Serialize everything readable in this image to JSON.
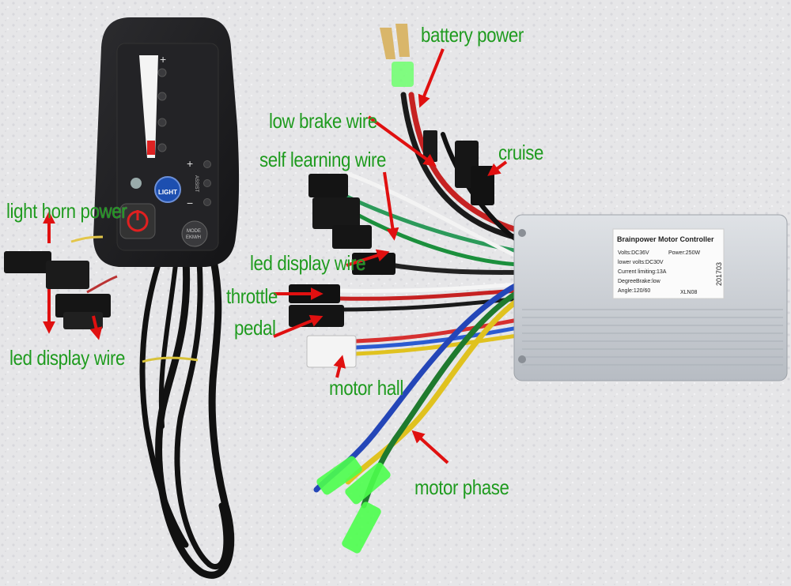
{
  "labels": {
    "battery_power": "battery power",
    "low_brake_wire": "low brake wire",
    "cruise": "cruise",
    "self_learning_wire": "self learning wire",
    "light_horn_power": "light horn power",
    "led_display_wire_center": "led display wire",
    "throttle": "throttle",
    "pedal": "pedal",
    "led_display_wire_left": "led display wire",
    "motor_hall": "motor hall",
    "motor_phase": "motor phase"
  },
  "controller_label": {
    "title": "Brainpower Motor Controller",
    "volts": "Volts:DC36V",
    "power": "Power:250W",
    "lower_volts": "lower volts:DC30V",
    "current": "Current limiting:13A",
    "brake": "DegreeBrake:low",
    "angle": "Angle:120/60",
    "model": "XLN08",
    "batch": "201703"
  },
  "display_unit": {
    "light_button": "LIGHT",
    "assist_label": "ASSIST",
    "mode_button_line1": "MODE",
    "mode_button_line2": "EKM/H",
    "plus": "+",
    "minus": "−"
  },
  "colors": {
    "label_text": "#1f9a1f",
    "arrow": "#e01010",
    "foam_background": "#e6e6e8",
    "display_body": "#1c1c1e",
    "controller_body": "#c9ccd1",
    "connector_green": "#4dff4d"
  }
}
